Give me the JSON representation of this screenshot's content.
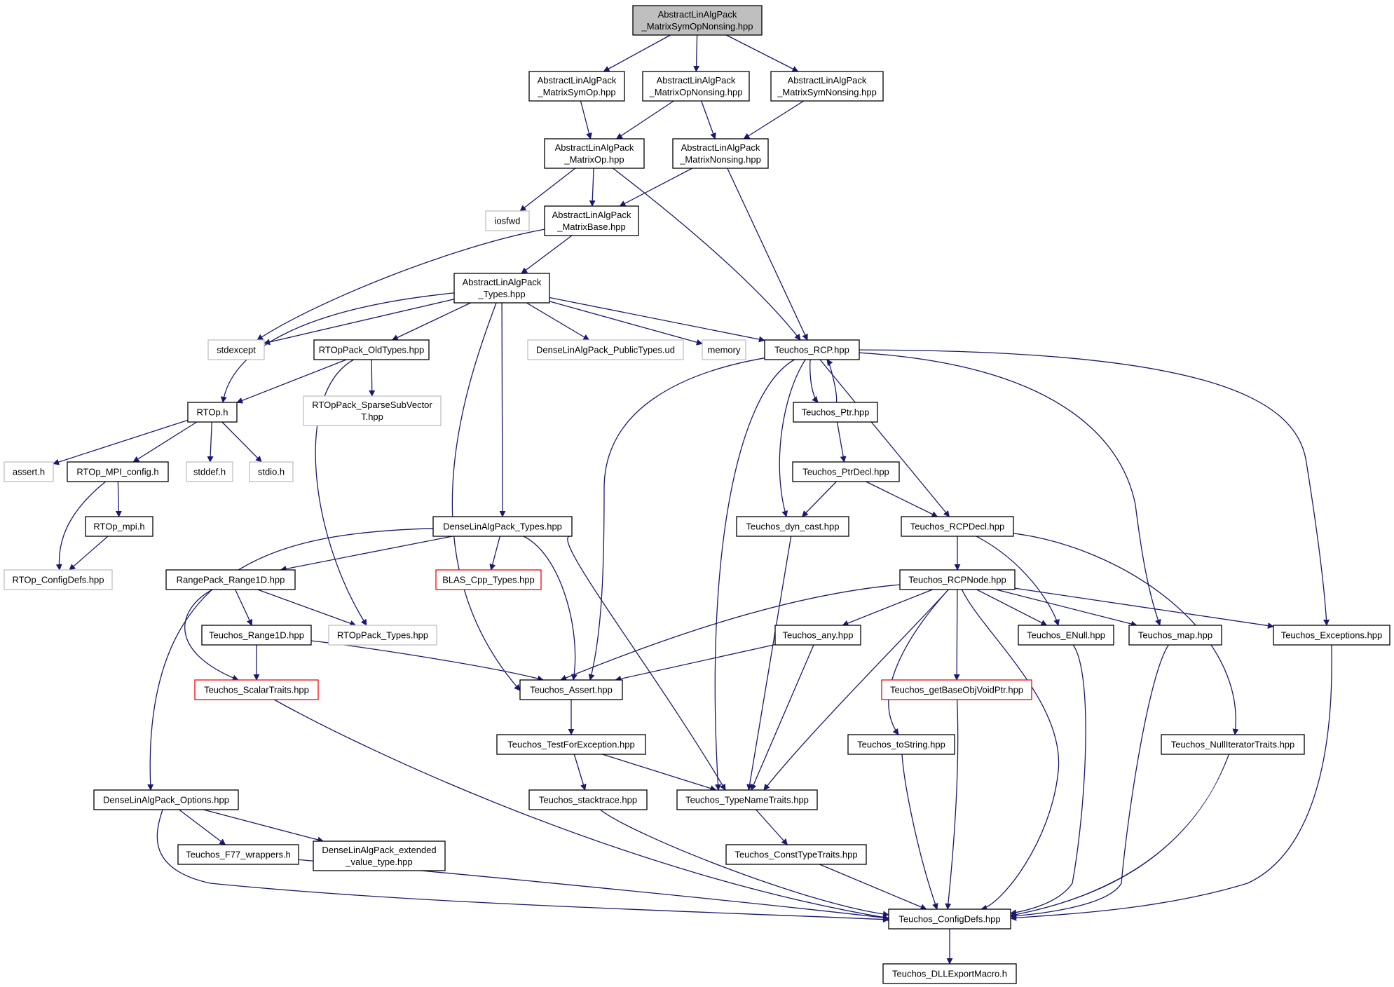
{
  "diagram": {
    "title": "",
    "edge_color": "#191970",
    "nodes": [
      {
        "id": "root",
        "label": [
          "AbstractLinAlgPack",
          "_MatrixSymOpNonsing.hpp"
        ],
        "kind": "root"
      },
      {
        "id": "symop",
        "label": [
          "AbstractLinAlgPack",
          "_MatrixSymOp.hpp"
        ],
        "kind": "normal"
      },
      {
        "id": "opnonsing",
        "label": [
          "AbstractLinAlgPack",
          "_MatrixOpNonsing.hpp"
        ],
        "kind": "normal"
      },
      {
        "id": "symnonsing",
        "label": [
          "AbstractLinAlgPack",
          "_MatrixSymNonsing.hpp"
        ],
        "kind": "normal"
      },
      {
        "id": "matrixop",
        "label": [
          "AbstractLinAlgPack",
          "_MatrixOp.hpp"
        ],
        "kind": "normal"
      },
      {
        "id": "matrixnonsing",
        "label": [
          "AbstractLinAlgPack",
          "_MatrixNonsing.hpp"
        ],
        "kind": "normal"
      },
      {
        "id": "iosfwd",
        "label": [
          "iosfwd"
        ],
        "kind": "external"
      },
      {
        "id": "matrixbase",
        "label": [
          "AbstractLinAlgPack",
          "_MatrixBase.hpp"
        ],
        "kind": "normal"
      },
      {
        "id": "types",
        "label": [
          "AbstractLinAlgPack",
          "_Types.hpp"
        ],
        "kind": "normal"
      },
      {
        "id": "stdexcept",
        "label": [
          "stdexcept"
        ],
        "kind": "external"
      },
      {
        "id": "oldtypes",
        "label": [
          "RTOpPack_OldTypes.hpp"
        ],
        "kind": "normal"
      },
      {
        "id": "publictypes",
        "label": [
          "DenseLinAlgPack_PublicTypes.ud"
        ],
        "kind": "external"
      },
      {
        "id": "memory",
        "label": [
          "memory"
        ],
        "kind": "external"
      },
      {
        "id": "rcp",
        "label": [
          "Teuchos_RCP.hpp"
        ],
        "kind": "normal"
      },
      {
        "id": "sparsesub",
        "label": [
          "RTOpPack_SparseSubVector",
          "T.hpp"
        ],
        "kind": "external"
      },
      {
        "id": "rtoph",
        "label": [
          "RTOp.h"
        ],
        "kind": "normal"
      },
      {
        "id": "ptr",
        "label": [
          "Teuchos_Ptr.hpp"
        ],
        "kind": "normal"
      },
      {
        "id": "asserth",
        "label": [
          "assert.h"
        ],
        "kind": "external"
      },
      {
        "id": "mpiconfig",
        "label": [
          "RTOp_MPI_config.h"
        ],
        "kind": "normal"
      },
      {
        "id": "stddef",
        "label": [
          "stddef.h"
        ],
        "kind": "external"
      },
      {
        "id": "stdio",
        "label": [
          "stdio.h"
        ],
        "kind": "external"
      },
      {
        "id": "ptrdecl",
        "label": [
          "Teuchos_PtrDecl.hpp"
        ],
        "kind": "normal"
      },
      {
        "id": "mpih",
        "label": [
          "RTOp_mpi.h"
        ],
        "kind": "normal"
      },
      {
        "id": "dlatypes",
        "label": [
          "DenseLinAlgPack_Types.hpp"
        ],
        "kind": "normal"
      },
      {
        "id": "dyncast",
        "label": [
          "Teuchos_dyn_cast.hpp"
        ],
        "kind": "normal"
      },
      {
        "id": "rcpdecl",
        "label": [
          "Teuchos_RCPDecl.hpp"
        ],
        "kind": "normal"
      },
      {
        "id": "rtopconfig",
        "label": [
          "RTOp_ConfigDefs.hpp"
        ],
        "kind": "external"
      },
      {
        "id": "range1d",
        "label": [
          "RangePack_Range1D.hpp"
        ],
        "kind": "normal"
      },
      {
        "id": "blas",
        "label": [
          "BLAS_Cpp_Types.hpp"
        ],
        "kind": "red"
      },
      {
        "id": "rcpnode",
        "label": [
          "Teuchos_RCPNode.hpp"
        ],
        "kind": "normal"
      },
      {
        "id": "trange1d",
        "label": [
          "Teuchos_Range1D.hpp"
        ],
        "kind": "normal"
      },
      {
        "id": "rtoptypes",
        "label": [
          "RTOpPack_Types.hpp"
        ],
        "kind": "external"
      },
      {
        "id": "any",
        "label": [
          "Teuchos_any.hpp"
        ],
        "kind": "normal"
      },
      {
        "id": "enull",
        "label": [
          "Teuchos_ENull.hpp"
        ],
        "kind": "normal"
      },
      {
        "id": "map",
        "label": [
          "Teuchos_map.hpp"
        ],
        "kind": "normal"
      },
      {
        "id": "exceptions",
        "label": [
          "Teuchos_Exceptions.hpp"
        ],
        "kind": "normal"
      },
      {
        "id": "scalartraits",
        "label": [
          "Teuchos_ScalarTraits.hpp"
        ],
        "kind": "red"
      },
      {
        "id": "tassert",
        "label": [
          "Teuchos_Assert.hpp"
        ],
        "kind": "normal"
      },
      {
        "id": "getbase",
        "label": [
          "Teuchos_getBaseObjVoidPtr.hpp"
        ],
        "kind": "red"
      },
      {
        "id": "testforexc",
        "label": [
          "Teuchos_TestForException.hpp"
        ],
        "kind": "normal"
      },
      {
        "id": "tostring",
        "label": [
          "Teuchos_toString.hpp"
        ],
        "kind": "normal"
      },
      {
        "id": "nulliter",
        "label": [
          "Teuchos_NullIteratorTraits.hpp"
        ],
        "kind": "normal"
      },
      {
        "id": "options",
        "label": [
          "DenseLinAlgPack_Options.hpp"
        ],
        "kind": "normal"
      },
      {
        "id": "stacktrace",
        "label": [
          "Teuchos_stacktrace.hpp"
        ],
        "kind": "normal"
      },
      {
        "id": "typename",
        "label": [
          "Teuchos_TypeNameTraits.hpp"
        ],
        "kind": "normal"
      },
      {
        "id": "f77",
        "label": [
          "Teuchos_F77_wrappers.h"
        ],
        "kind": "normal"
      },
      {
        "id": "extended",
        "label": [
          "DenseLinAlgPack_extended",
          "_value_type.hpp"
        ],
        "kind": "normal"
      },
      {
        "id": "consttype",
        "label": [
          "Teuchos_ConstTypeTraits.hpp"
        ],
        "kind": "normal"
      },
      {
        "id": "configdefs",
        "label": [
          "Teuchos_ConfigDefs.hpp"
        ],
        "kind": "normal"
      },
      {
        "id": "dllexport",
        "label": [
          "Teuchos_DLLExportMacro.h"
        ],
        "kind": "normal"
      }
    ],
    "edges": [
      [
        "root",
        "symop"
      ],
      [
        "root",
        "opnonsing"
      ],
      [
        "root",
        "symnonsing"
      ],
      [
        "symop",
        "matrixop"
      ],
      [
        "opnonsing",
        "matrixop"
      ],
      [
        "opnonsing",
        "matrixnonsing"
      ],
      [
        "symnonsing",
        "matrixnonsing"
      ],
      [
        "matrixop",
        "iosfwd"
      ],
      [
        "matrixop",
        "matrixbase"
      ],
      [
        "matrixop",
        "rcp"
      ],
      [
        "matrixnonsing",
        "matrixbase"
      ],
      [
        "matrixnonsing",
        "rcp"
      ],
      [
        "matrixbase",
        "types"
      ],
      [
        "matrixbase",
        "stdexcept"
      ],
      [
        "types",
        "stdexcept"
      ],
      [
        "types",
        "oldtypes"
      ],
      [
        "types",
        "publictypes"
      ],
      [
        "types",
        "memory"
      ],
      [
        "types",
        "rcp"
      ],
      [
        "types",
        "rtoph"
      ],
      [
        "types",
        "dlatypes"
      ],
      [
        "types",
        "tassert"
      ],
      [
        "oldtypes",
        "sparsesub"
      ],
      [
        "oldtypes",
        "rtoph"
      ],
      [
        "oldtypes",
        "rtoptypes"
      ],
      [
        "rtoph",
        "asserth"
      ],
      [
        "rtoph",
        "mpiconfig"
      ],
      [
        "rtoph",
        "stddef"
      ],
      [
        "rtoph",
        "stdio"
      ],
      [
        "mpiconfig",
        "mpih"
      ],
      [
        "mpiconfig",
        "rtopconfig"
      ],
      [
        "mpih",
        "rtopconfig"
      ],
      [
        "rcp",
        "ptr"
      ],
      [
        "ptr",
        "rcp"
      ],
      [
        "ptr",
        "ptrdecl"
      ],
      [
        "ptrdecl",
        "dyncast"
      ],
      [
        "ptrdecl",
        "rcpdecl"
      ],
      [
        "rcp",
        "dyncast"
      ],
      [
        "rcp",
        "rcpdecl"
      ],
      [
        "rcp",
        "map"
      ],
      [
        "rcp",
        "exceptions"
      ],
      [
        "rcp",
        "tassert"
      ],
      [
        "rcp",
        "typename"
      ],
      [
        "rcpdecl",
        "rcpnode"
      ],
      [
        "rcpdecl",
        "enull"
      ],
      [
        "rcpdecl",
        "nulliter"
      ],
      [
        "rcpnode",
        "any"
      ],
      [
        "rcpnode",
        "enull"
      ],
      [
        "rcpnode",
        "map"
      ],
      [
        "rcpnode",
        "exceptions"
      ],
      [
        "rcpnode",
        "getbase"
      ],
      [
        "rcpnode",
        "tostring"
      ],
      [
        "rcpnode",
        "tassert"
      ],
      [
        "rcpnode",
        "typename"
      ],
      [
        "rcpnode",
        "configdefs"
      ],
      [
        "dlatypes",
        "range1d"
      ],
      [
        "dlatypes",
        "blas"
      ],
      [
        "dlatypes",
        "tassert"
      ],
      [
        "dlatypes",
        "typename"
      ],
      [
        "dlatypes",
        "options"
      ],
      [
        "range1d",
        "trange1d"
      ],
      [
        "range1d",
        "rtoptypes"
      ],
      [
        "range1d",
        "scalartraits"
      ],
      [
        "trange1d",
        "scalartraits"
      ],
      [
        "trange1d",
        "tassert"
      ],
      [
        "any",
        "tassert"
      ],
      [
        "any",
        "typename"
      ],
      [
        "tassert",
        "testforexc"
      ],
      [
        "testforexc",
        "stacktrace"
      ],
      [
        "testforexc",
        "typename"
      ],
      [
        "scalartraits",
        "configdefs"
      ],
      [
        "dyncast",
        "typename"
      ],
      [
        "enull",
        "configdefs"
      ],
      [
        "map",
        "configdefs"
      ],
      [
        "exceptions",
        "configdefs"
      ],
      [
        "getbase",
        "configdefs"
      ],
      [
        "tostring",
        "configdefs"
      ],
      [
        "nulliter",
        "configdefs"
      ],
      [
        "stacktrace",
        "configdefs"
      ],
      [
        "typename",
        "consttype"
      ],
      [
        "consttype",
        "configdefs"
      ],
      [
        "options",
        "f77"
      ],
      [
        "options",
        "extended"
      ],
      [
        "options",
        "configdefs"
      ],
      [
        "f77",
        "configdefs"
      ],
      [
        "configdefs",
        "dllexport"
      ]
    ]
  }
}
